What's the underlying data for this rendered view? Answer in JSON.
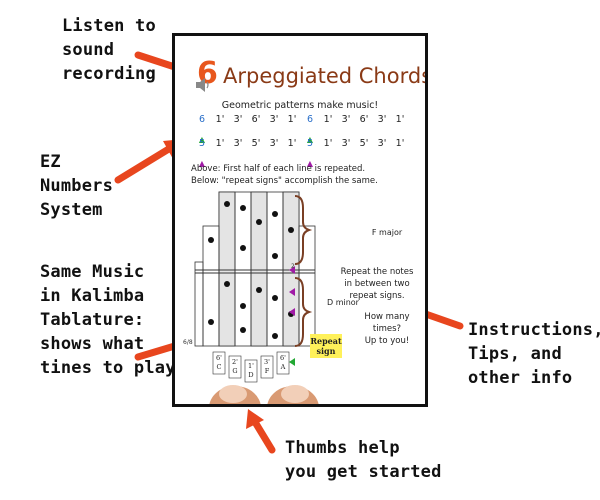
{
  "callouts": {
    "listen": [
      "Listen to",
      "sound",
      "recording"
    ],
    "ez": [
      "EZ",
      "Numbers",
      "System"
    ],
    "tablature": [
      "Same Music",
      "in Kalimba",
      "Tablature:",
      "shows what",
      "tines to play"
    ],
    "instructions": [
      "Instructions,",
      "Tips, and",
      "other info"
    ],
    "thumbs": [
      "Thumbs help",
      "you get started"
    ]
  },
  "page": {
    "lesson_number": "6",
    "title": "Arpeggiated Chords",
    "subtitle": "Geometric patterns make music!",
    "row1": [
      "6",
      "1'",
      "3'",
      "6'",
      "3'",
      "1'",
      "6",
      "1'",
      "3'",
      "6'",
      "3'",
      "1'"
    ],
    "row2": [
      "5",
      "1'",
      "3'",
      "5'",
      "3'",
      "1'",
      "5",
      "1'",
      "3'",
      "5'",
      "3'",
      "1'"
    ],
    "note1": "Above: First half of each line is repeated.",
    "note2": "Below: \"repeat signs\" accomplish the same.",
    "chord1": "F major",
    "chord2": "D minor",
    "repeat_text": [
      "Repeat the notes",
      "in between two",
      "repeat signs."
    ],
    "how_many": [
      "How many",
      "times?",
      "Up to you!"
    ],
    "repeat_sign": [
      "Repeat",
      "sign"
    ],
    "measure_num": "2",
    "time_sig": "6/8",
    "tine_labels": [
      "6'",
      "2'",
      "1'",
      "3'",
      "6'"
    ],
    "tine_letters": [
      "C",
      "G",
      "D",
      "F",
      "A"
    ]
  },
  "colors": {
    "arrow": "#e8461e",
    "blue": "#2a6fc9",
    "green": "#22a833",
    "purple": "#a01aa6",
    "title": "#8a3a16"
  },
  "icons": {
    "speaker": "speaker-icon",
    "arrow": "pointer-arrow"
  }
}
